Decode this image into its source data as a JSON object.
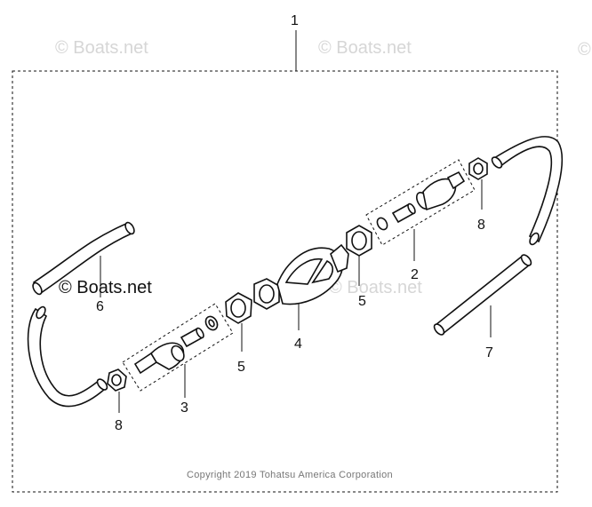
{
  "callouts": {
    "c1": "1",
    "c2": "2",
    "c3": "3",
    "c4": "4",
    "c5a": "5",
    "c5b": "5",
    "c6": "6",
    "c7": "7",
    "c8a": "8",
    "c8b": "8"
  },
  "watermarks": {
    "w1": "© Boats.net",
    "w2": "© Boats.net",
    "w3": "© Boats.net",
    "w4": "© Boats.net",
    "w5": "© Boats.net"
  },
  "copyright": "Copyright 2019 Tohatsu America Corporation"
}
